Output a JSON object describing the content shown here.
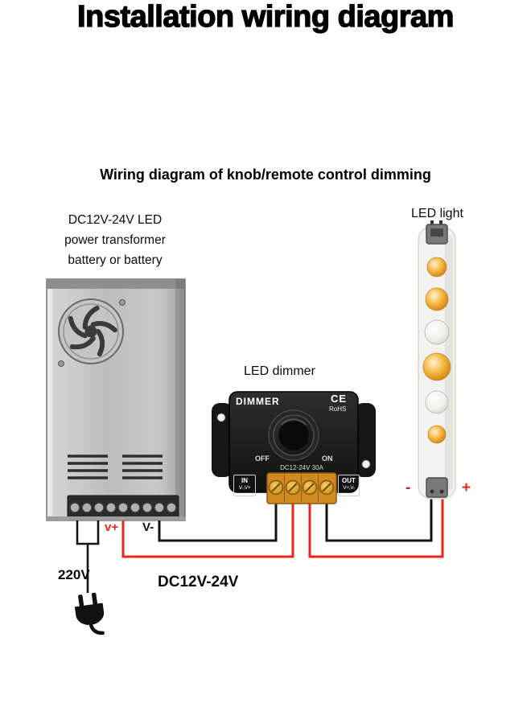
{
  "title": "Installation wiring diagram",
  "subtitle": "Wiring diagram of knob/remote control dimming",
  "labels": {
    "psu": "DC12V-24V LED\npower transformer\nbattery or battery",
    "led_light": "LED light",
    "led_dimmer": "LED dimmer",
    "psu_v_plus": "v+",
    "psu_v_minus": "V-",
    "mains_voltage": "220V",
    "dc_range": "DC12V-24V",
    "strip_minus": "-",
    "strip_plus": "+"
  },
  "dimmer": {
    "brand": "DIMMER",
    "ce_mark": "CE",
    "rohs_mark": "RoHS",
    "knob_min": "OFF",
    "knob_max": "ON",
    "rating": "DC12-24V  30A",
    "in_port": "IN",
    "in_pins": "V-,V+",
    "out_port": "OUT",
    "out_pins": "V+,V-"
  },
  "wiring": {
    "positive_color": "#e8251c",
    "negative_color": "#141414"
  },
  "led_strip": {
    "bulb_colors": [
      "amber",
      "amber",
      "white",
      "amber",
      "white",
      "amber"
    ]
  }
}
